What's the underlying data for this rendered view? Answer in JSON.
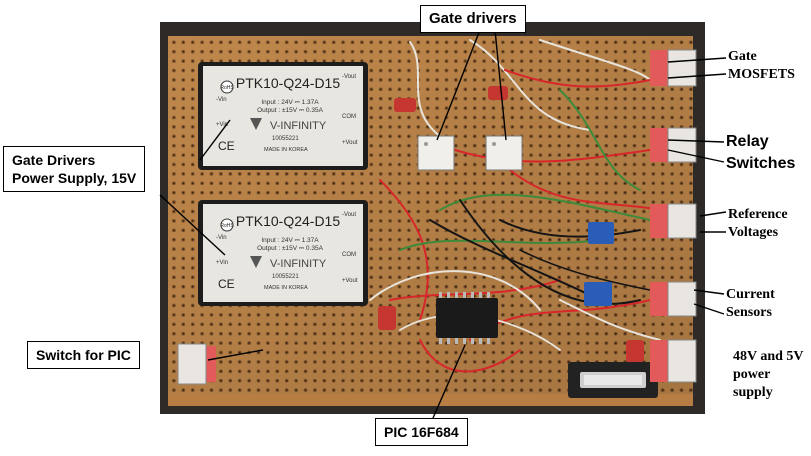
{
  "annotations": {
    "gate_drivers": "Gate drivers",
    "gate_drivers_supply_line1": "Gate Drivers",
    "gate_drivers_supply_line2": "Power Supply, 15V",
    "switch_pic": "Switch for PIC",
    "pic": "PIC 16F684",
    "gate_mosfets_line1": "Gate",
    "gate_mosfets_line2": "MOSFETS",
    "relay_line1": "Relay",
    "relay_line2": "Switches",
    "reference_line1": "Reference",
    "reference_line2": "Voltages",
    "current_line1": "Current",
    "current_line2": "Sensors",
    "power_line1": "48V and 5V",
    "power_line2": "power",
    "power_line3": "supply"
  },
  "modules": [
    {
      "model": "PTK10-Q24-D15",
      "input": "Input : 24V ⎓ 1.37A",
      "output": "Output : ±15V ⎓ 0.35A",
      "brand": "V-INFINITY",
      "serial": "10055221",
      "origin": "MADE IN KOREA",
      "rohs": "RoHS",
      "pin_minus_vin": "-Vin",
      "pin_plus_vin": "+Vin",
      "pin_minus_vout": "-Vout",
      "pin_com": "COM",
      "pin_plus_vout": "+Vout",
      "ce": "CE"
    },
    {
      "model": "PTK10-Q24-D15",
      "input": "Input : 24V ⎓ 1.37A",
      "output": "Output : ±15V ⎓ 0.35A",
      "brand": "V-INFINITY",
      "serial": "10055221",
      "origin": "MADE IN KOREA",
      "rohs": "RoHS",
      "pin_minus_vin": "-Vin",
      "pin_plus_vin": "+Vin",
      "pin_minus_vout": "-Vout",
      "pin_com": "COM",
      "pin_plus_vout": "+Vout",
      "ce": "CE"
    }
  ],
  "colors": {
    "board": "#c98e4f",
    "board_dark": "#a86d35",
    "background": "#2e2a28",
    "module_body": "#e8e6e1",
    "wire_red": "#d8262a",
    "wire_green": "#3d8a3a",
    "wire_white": "#e8e4dc",
    "wire_black": "#151515",
    "connector": "#e25a5a",
    "trimmer": "#2a5db8"
  }
}
